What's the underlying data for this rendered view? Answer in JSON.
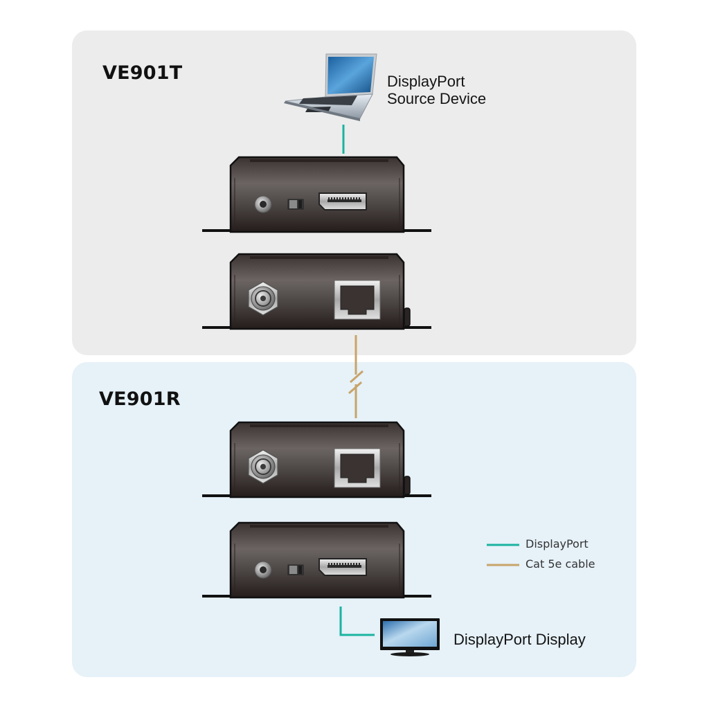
{
  "diagram": {
    "transmitter": {
      "model": "VE901T",
      "source_label_line1": "DisplayPort",
      "source_label_line2": "Source Device",
      "units": [
        {
          "face": "front",
          "ports": [
            "power-jack",
            "switch",
            "displayport"
          ]
        },
        {
          "face": "rear",
          "ports": [
            "dc-power-jack",
            "rj45"
          ]
        }
      ]
    },
    "receiver": {
      "model": "VE901R",
      "display_label": "DisplayPort Display",
      "units": [
        {
          "face": "rear",
          "ports": [
            "dc-power-jack",
            "rj45"
          ]
        },
        {
          "face": "front",
          "ports": [
            "power-jack",
            "switch",
            "displayport"
          ]
        }
      ]
    },
    "legend": {
      "items": [
        {
          "label": "DisplayPort",
          "color": "#1bb3a0"
        },
        {
          "label": "Cat 5e cable",
          "color": "#c8a46a"
        }
      ]
    },
    "colors": {
      "displayport_cable": "#1bb3a0",
      "cat5e_cable": "#c8a46a",
      "tx_panel_bg": "#ececec",
      "rx_panel_bg": "#e6f1f8"
    }
  }
}
